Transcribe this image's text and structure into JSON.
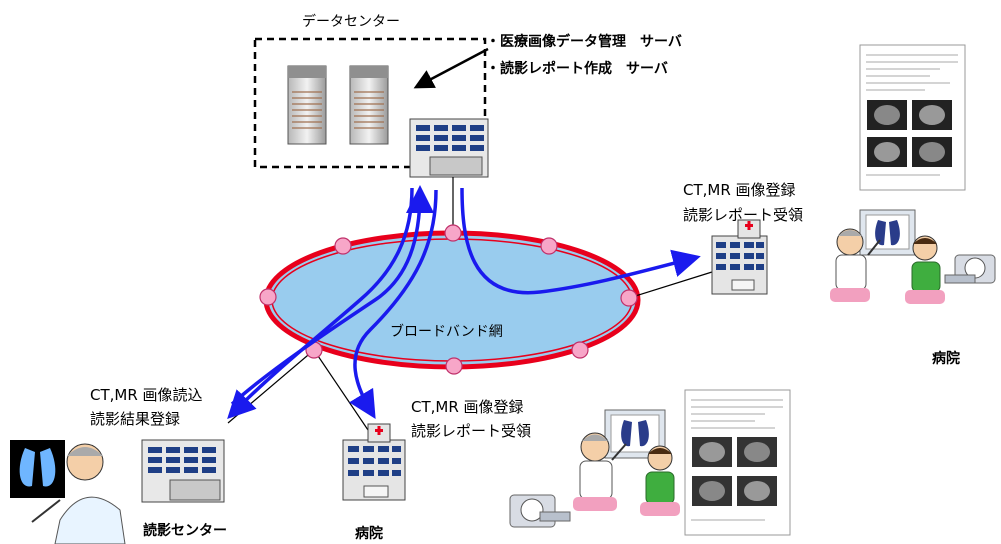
{
  "datacenter": {
    "title": "データセンター",
    "server_label_1": "・医療画像データ管理　サーバ",
    "server_label_2": "・読影レポート作成　サーバ"
  },
  "network": {
    "label": "ブロードバンド網"
  },
  "hospital_right": {
    "label_line1": "CT,MR 画像登録",
    "label_line2": "読影レポート受領",
    "name": "病院"
  },
  "hospital_bottom": {
    "label_line1": "CT,MR  画像登録",
    "label_line2": "読影レポート受領",
    "name": "病院"
  },
  "reading_center": {
    "label_line1": "CT,MR 画像読込",
    "label_line2": "読影結果登録",
    "name": "読影センター"
  },
  "colors": {
    "ellipse_fill": "#99ccee",
    "ellipse_stroke": "#e8001c",
    "node_fill": "#f7a6c8",
    "flow_arrow": "#1a1aee",
    "building_glass": "#1f3f86"
  }
}
